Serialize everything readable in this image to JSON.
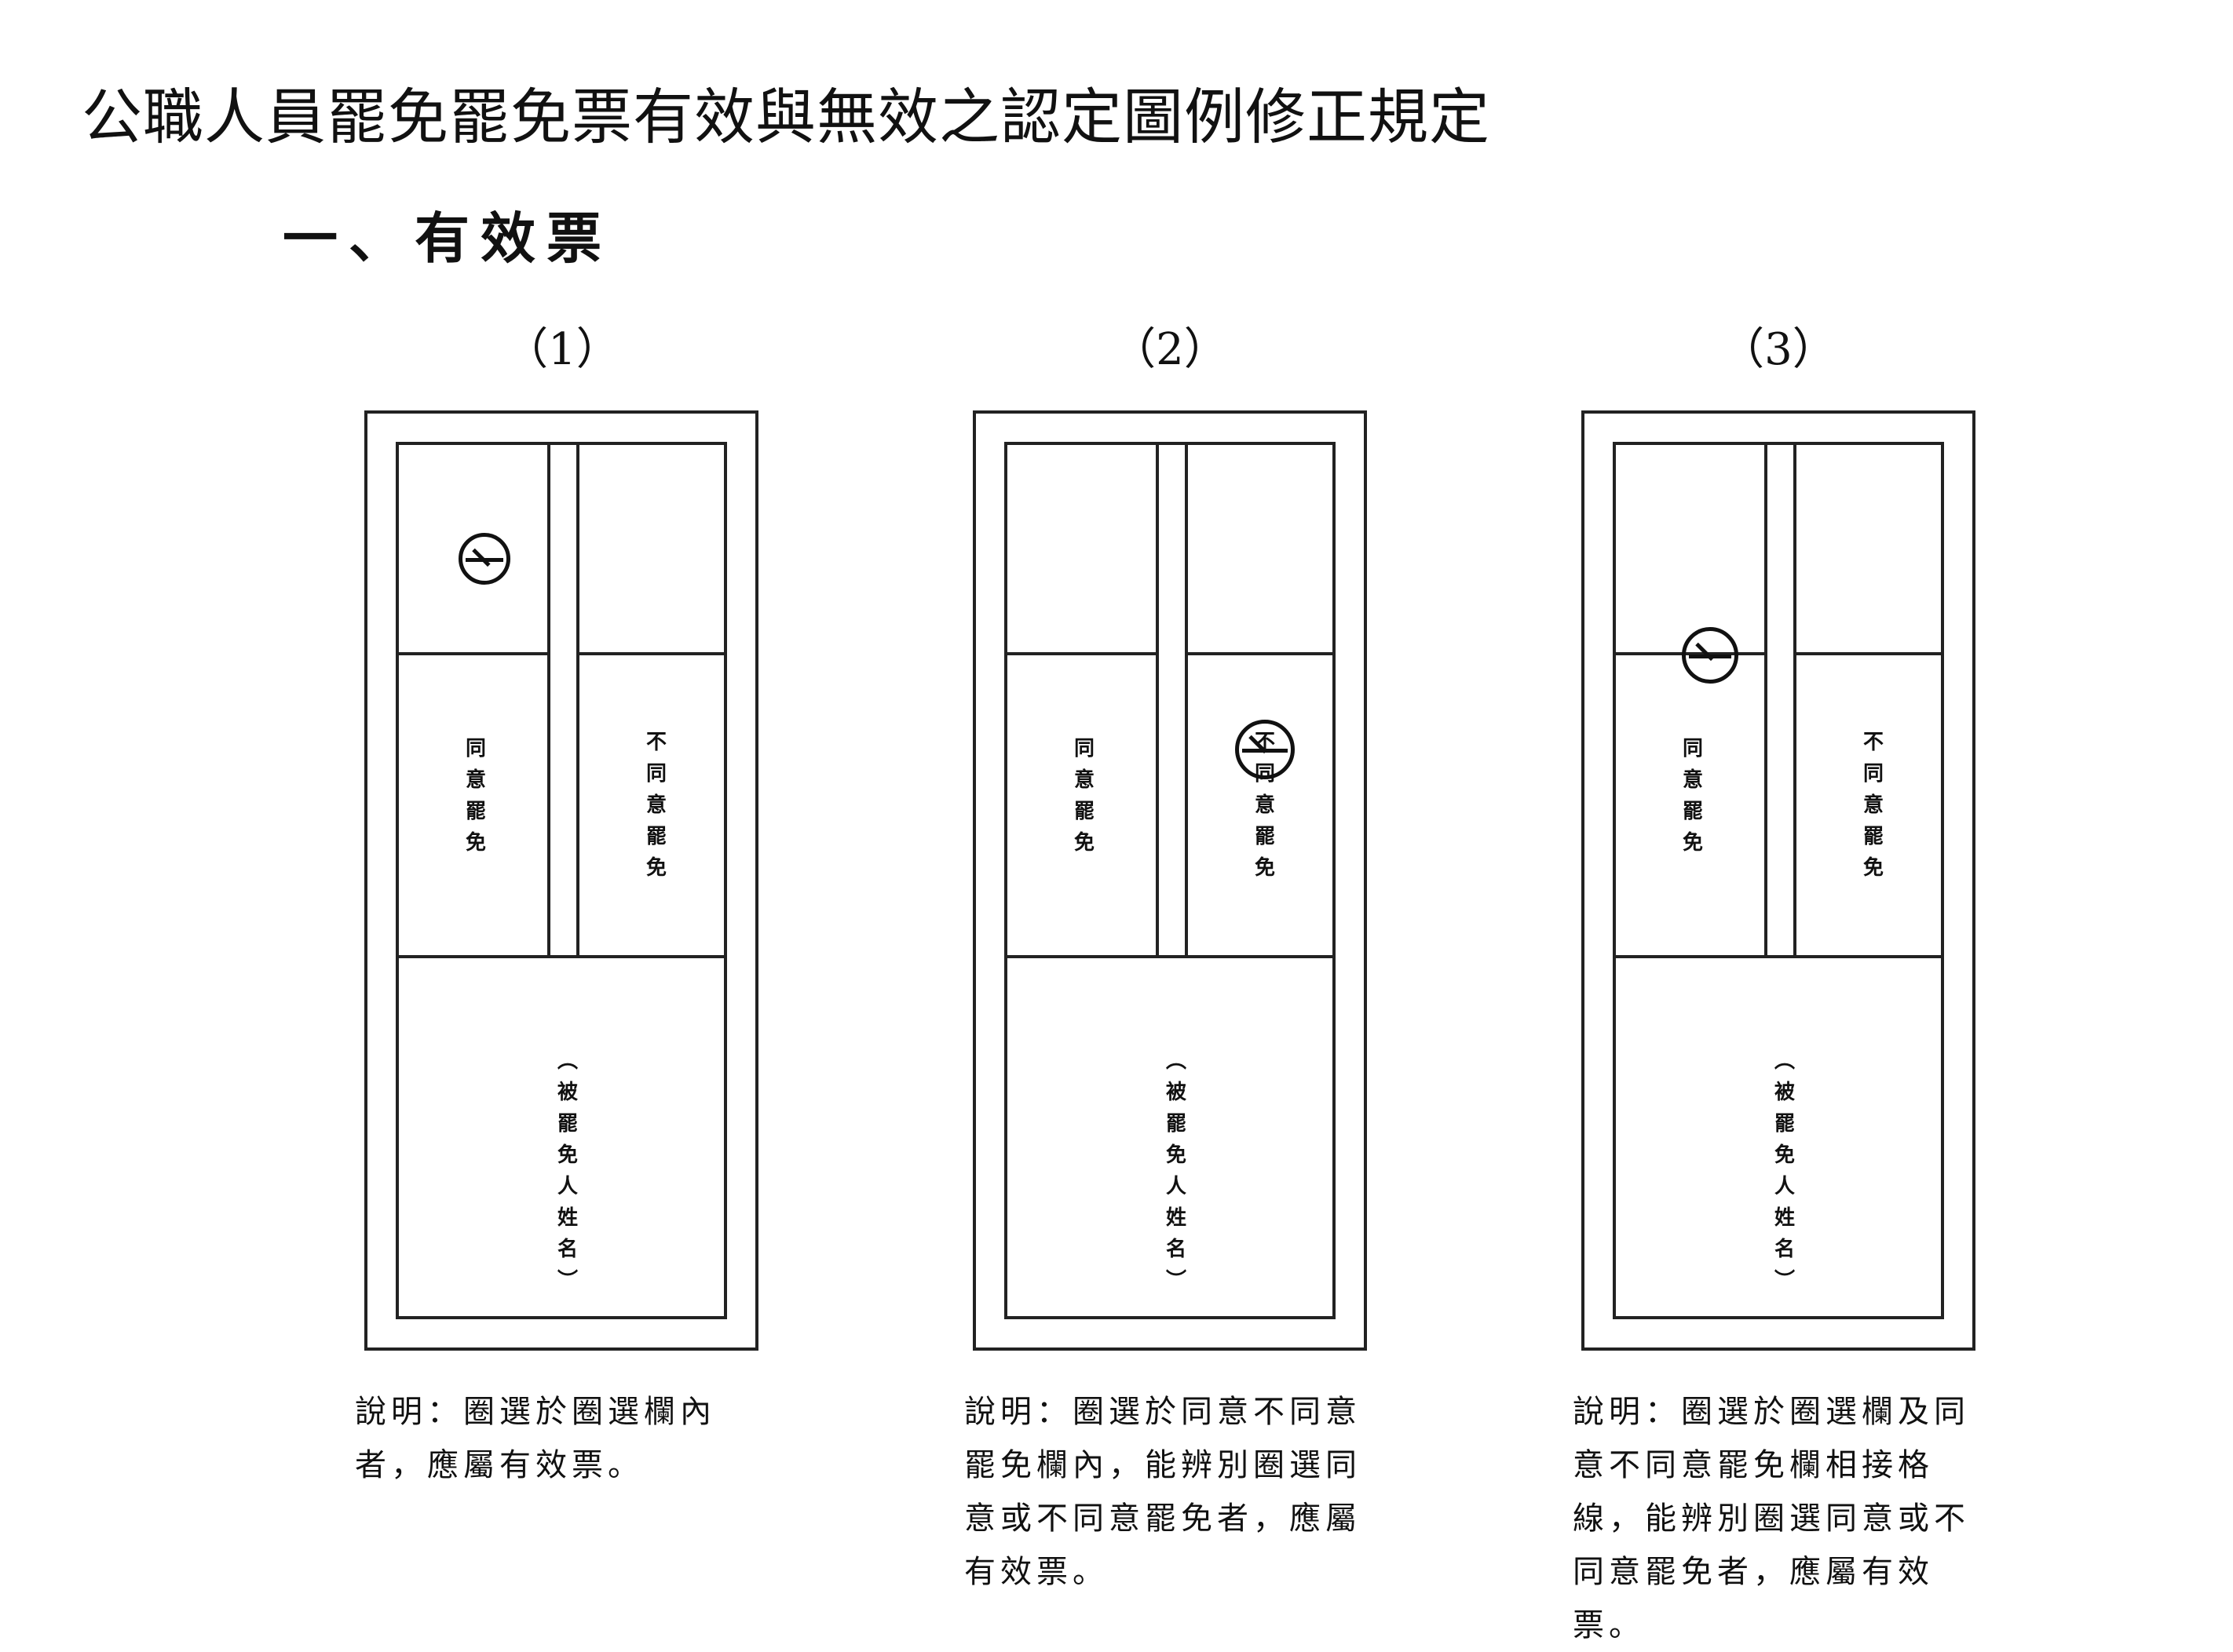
{
  "title": "公職人員罷免罷免票有效與無效之認定圖例修正規定",
  "section_heading": "一、有效票",
  "examples": [
    {
      "label": "（1）",
      "agree_text": "同意罷免",
      "disagree_text": "不同意罷免",
      "candidate_text": "（被罷免人姓名）",
      "description_lines": [
        "說明：圈選於圈選欄內",
        "者，應屬有效票。"
      ]
    },
    {
      "label": "（2）",
      "agree_text": "同意罷免",
      "disagree_text": "不同意罷免",
      "candidate_text": "（被罷免人姓名）",
      "description_lines": [
        "說明：圈選於同意不同意",
        "罷免欄內，能辨別圈選同",
        "意或不同意罷免者，應屬",
        "有效票。"
      ]
    },
    {
      "label": "（3）",
      "agree_text": "同意罷免",
      "disagree_text": "不同意罷免",
      "candidate_text": "（被罷免人姓名）",
      "description_lines": [
        "說明：圈選於圈選欄及同",
        "意不同意罷免欄相接格",
        "線，能辨別圈選同意或不",
        "同意罷免者，應屬有效",
        "票。"
      ]
    }
  ]
}
